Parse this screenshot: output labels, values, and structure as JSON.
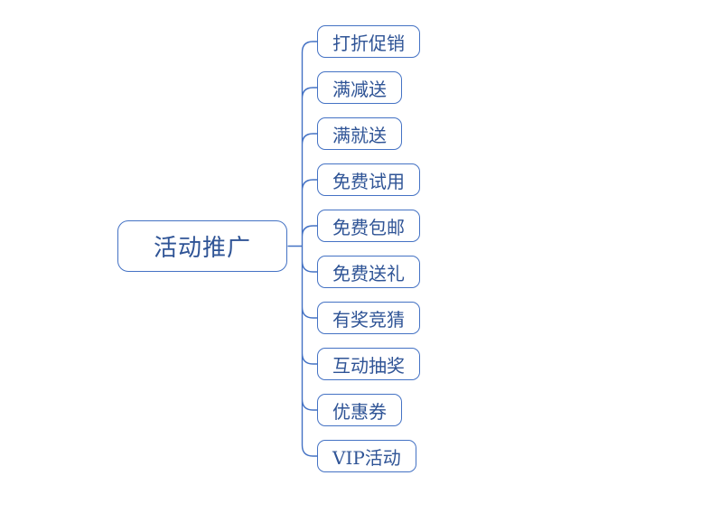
{
  "diagram": {
    "type": "mindmap"
  },
  "root": {
    "label": "活动推广"
  },
  "children": [
    {
      "label": "打折促销"
    },
    {
      "label": "满减送"
    },
    {
      "label": "满就送"
    },
    {
      "label": "免费试用"
    },
    {
      "label": "免费包邮"
    },
    {
      "label": "免费送礼"
    },
    {
      "label": "有奖竞猜"
    },
    {
      "label": "互动抽奖"
    },
    {
      "label": "优惠券"
    },
    {
      "label": "VIP活动"
    }
  ],
  "colors": {
    "border": "#4472C4",
    "text": "#2F5496",
    "background": "#FFFFFF"
  }
}
